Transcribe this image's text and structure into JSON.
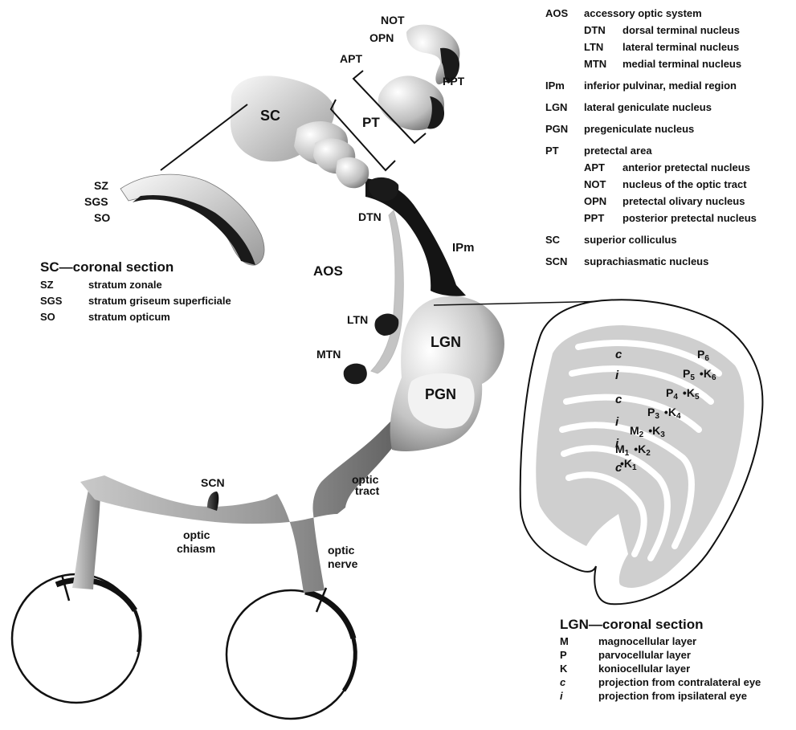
{
  "regions": {
    "NOT": "NOT",
    "OPN": "OPN",
    "APT": "APT",
    "PPT": "PPT",
    "SC": "SC",
    "PT": "PT",
    "SZ": "SZ",
    "SGS": "SGS",
    "SO": "SO",
    "DTN": "DTN",
    "IPm": "IPm",
    "AOS": "AOS",
    "LTN": "LTN",
    "MTN": "MTN",
    "LGN": "LGN",
    "PGN": "PGN",
    "SCN": "SCN",
    "optic_tract": [
      "optic",
      "tract"
    ],
    "optic_chiasm": [
      "optic",
      "chiasm"
    ],
    "optic_nerve": [
      "optic",
      "nerve"
    ]
  },
  "lgn_layers": {
    "eye_letters": [
      "c",
      "i",
      "c",
      "i",
      "i",
      "c"
    ],
    "layers": [
      {
        "main": "P",
        "sub": "6"
      },
      {
        "main": "P",
        "sub": "5",
        "k": "K",
        "ksub": "6"
      },
      {
        "main": "P",
        "sub": "4",
        "k": "K",
        "ksub": "5"
      },
      {
        "main": "P",
        "sub": "3",
        "k": "K",
        "ksub": "4"
      },
      {
        "main": "M",
        "sub": "2",
        "k": "K",
        "ksub": "3"
      },
      {
        "main": "M",
        "sub": "1",
        "k": "K",
        "ksub": "2"
      },
      {
        "k": "K",
        "ksub": "1"
      }
    ],
    "k_prefix": "•"
  },
  "main_legend": {
    "groups": [
      {
        "abbr": "AOS",
        "text": "accessory optic system",
        "items": [
          {
            "abbr": "DTN",
            "text": "dorsal terminal nucleus"
          },
          {
            "abbr": "LTN",
            "text": "lateral terminal nucleus"
          },
          {
            "abbr": "MTN",
            "text": "medial terminal nucleus"
          }
        ]
      },
      {
        "abbr": "IPm",
        "text": "inferior pulvinar, medial region"
      },
      {
        "abbr": "LGN",
        "text": "lateral geniculate nucleus"
      },
      {
        "abbr": "PGN",
        "text": "pregeniculate nucleus"
      },
      {
        "abbr": "PT",
        "text": "pretectal area",
        "items": [
          {
            "abbr": "APT",
            "text": "anterior pretectal nucleus"
          },
          {
            "abbr": "NOT",
            "text": "nucleus of the optic tract"
          },
          {
            "abbr": "OPN",
            "text": "pretectal olivary nucleus"
          },
          {
            "abbr": "PPT",
            "text": "posterior pretectal nucleus"
          }
        ]
      },
      {
        "abbr": "SC",
        "text": "superior colliculus"
      },
      {
        "abbr": "SCN",
        "text": "suprachiasmatic nucleus"
      }
    ]
  },
  "sc_legend": {
    "title": "SC—coronal section",
    "items": [
      {
        "abbr": "SZ",
        "text": "stratum zonale"
      },
      {
        "abbr": "SGS",
        "text": "stratum griseum superficiale"
      },
      {
        "abbr": "SO",
        "text": "stratum opticum"
      }
    ]
  },
  "lgn_legend": {
    "title": "LGN—coronal section",
    "items": [
      {
        "abbr": "M",
        "text": "magnocellular layer"
      },
      {
        "abbr": "P",
        "text": "parvocellular layer"
      },
      {
        "abbr": "K",
        "text": "koniocellular layer"
      },
      {
        "abbr": "c",
        "text": "projection from contralateral eye"
      },
      {
        "abbr": "i",
        "text": "projection from ipsilateral eye"
      }
    ]
  },
  "colors": {
    "stroke": "#111111",
    "tract_dark": "#1a1a1a",
    "tract_mid": "#8a8a8a",
    "tract_light": "#d8d8d8",
    "lgn_layer": "#cfcfcf"
  }
}
